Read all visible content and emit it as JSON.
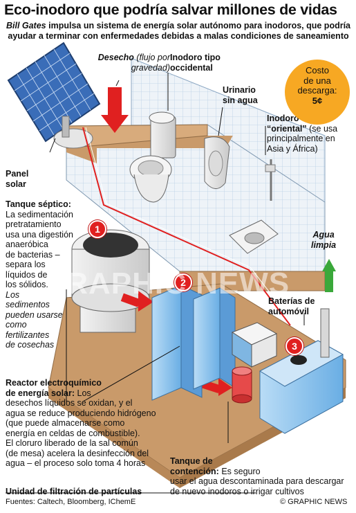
{
  "title": "Eco-inodoro que podría salvar millones de vidas",
  "subtitle": {
    "name": "Bill Gates",
    "text_line1": " impulsa un sistema de energía solar autónomo para inodoros, que podría",
    "text_line2": "ayudar a terminar con enfermedades debidas a malas condiciones de saneamiento"
  },
  "labels": {
    "waste_bold": "Desecho",
    "waste_note1": " (flujo por",
    "waste_note2": "gravedad)",
    "western_toilet1": "Inodoro tipo",
    "western_toilet2": "occidental",
    "urinal1": "Urinario",
    "urinal2": "sin agua",
    "eastern_bold1": "Inodoro",
    "eastern_bold2": "“oriental”",
    "eastern_note1": " (se usa",
    "eastern_note2": "principalmente en",
    "eastern_note3": "Asia y África)",
    "solar_panel1": "Panel",
    "solar_panel2": "solar",
    "clean_water1": "Agua",
    "clean_water2": "limpia",
    "batteries1": "Baterías de",
    "batteries2": "automóvil",
    "filter_unit": "Unidad de filtración de partículas"
  },
  "cost": {
    "line1": "Costo",
    "line2": "de una",
    "line3": "descarga:",
    "value": "5¢"
  },
  "septic": {
    "title": "Tanque séptico:",
    "lines": [
      "La sedimentación",
      "pretratamiento",
      "usa una digestión",
      "anaeróbica",
      "de bacterias –",
      "separa los",
      "líquidos de",
      "los sólidos."
    ],
    "italic_lines": [
      "Los",
      "sedimentos",
      "pueden usarse",
      "como",
      "fertilizantes",
      "de cosechas"
    ]
  },
  "reactor": {
    "title1": "Reactor electroquímico",
    "title2": "de energía solar:",
    "title2_rest": " Los",
    "lines": [
      "desechos líquidos se oxidan, y el",
      "agua se reduce produciendo hidrógeno",
      "(que puede almacenarse como",
      "energía en celdas de combustible).",
      "El cloruro liberado de la sal común",
      "(de mesa) acelera la desinfección del",
      "agua – el proceso solo toma 4 horas"
    ]
  },
  "containment": {
    "title1": "Tanque de",
    "title2": "contención:",
    "title2_rest": " Es seguro",
    "lines": [
      "usar el agua descontaminada para descargar",
      "de nuevo inodoros o irrigar cultivos"
    ]
  },
  "steps": [
    "1",
    "2",
    "3"
  ],
  "watermark": "GRAPHIC NEWS",
  "footer": {
    "sources": "Fuentes: Caltech, Bloomberg, IChemE",
    "brand": "© GRAPHIC NEWS"
  },
  "colors": {
    "accent_red": "#e02020",
    "cost_orange": "#f7a823",
    "clean_green": "#3aa83a",
    "wood": "#c99a6a",
    "tile": "#eef3f8",
    "reactor_blue": "#8cc3ee"
  }
}
